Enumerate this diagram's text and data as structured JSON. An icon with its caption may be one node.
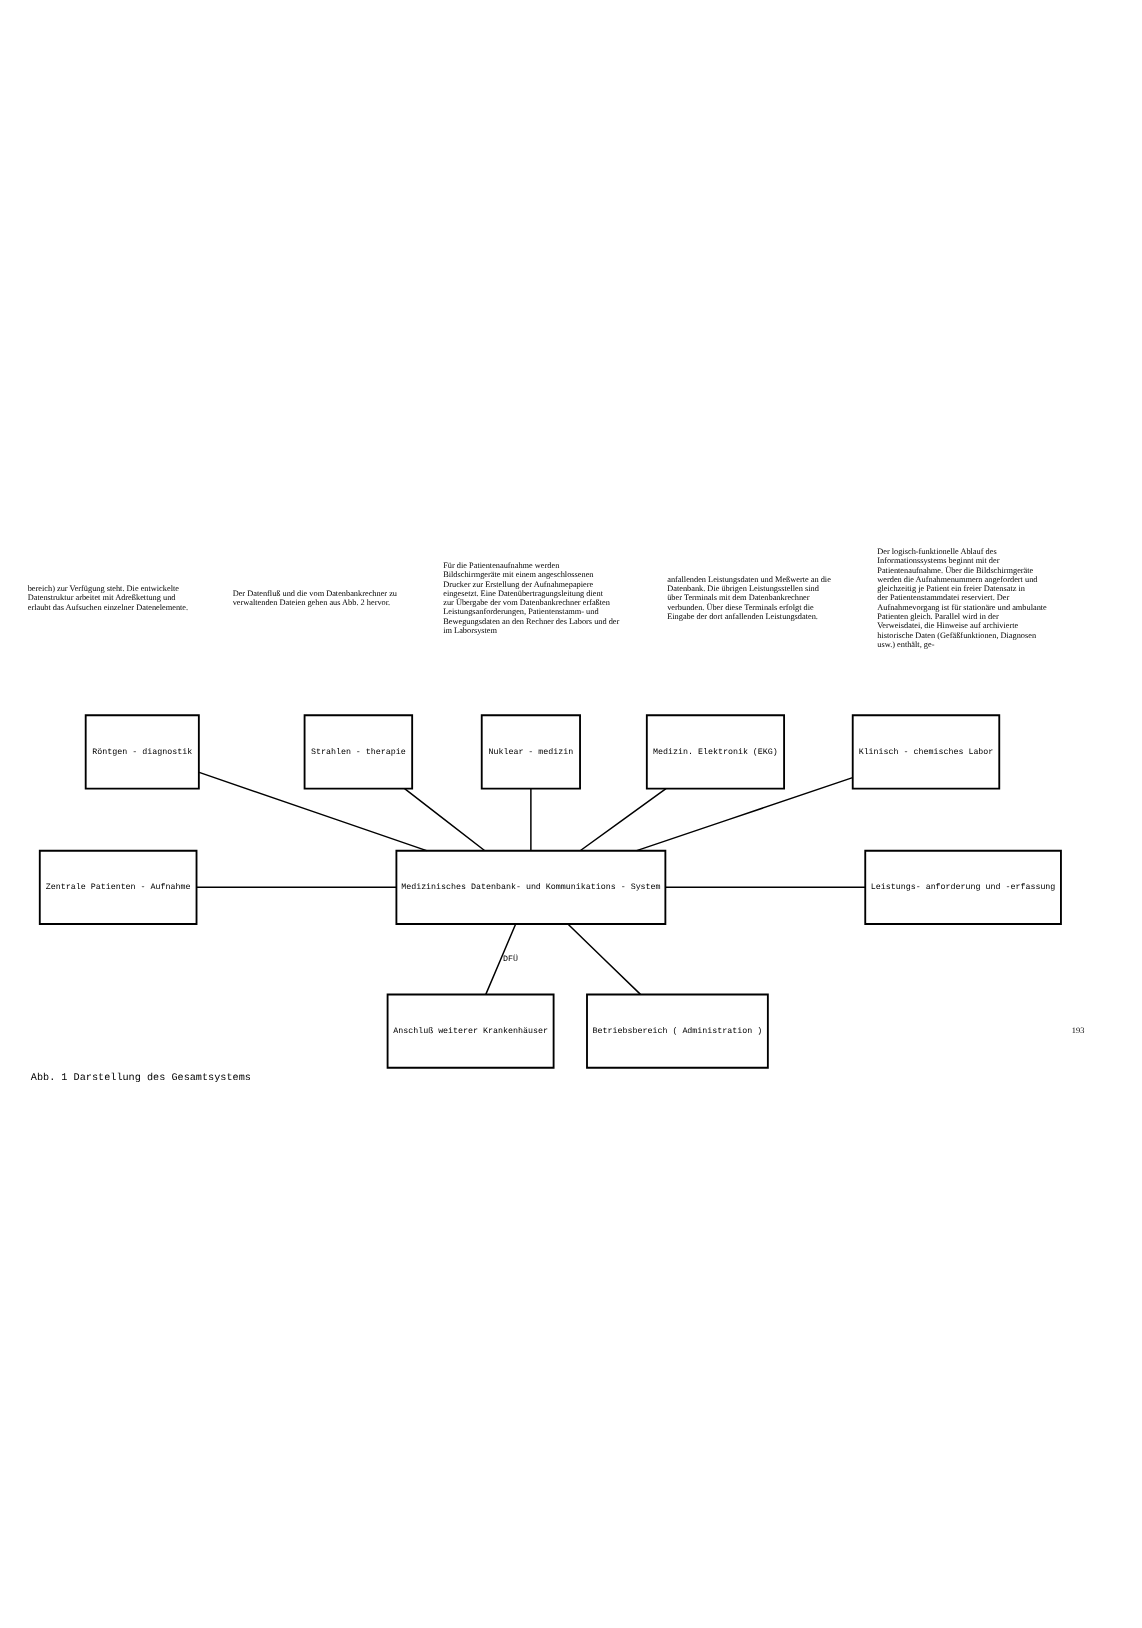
{
  "diagram": {
    "caption": "Abb. 1 Darstellung des Gesamtsystems",
    "nodes": [
      {
        "text": [
          "Röntgen - diagnostik"
        ]
      },
      {
        "text": [
          "Strahlen - therapie"
        ]
      },
      {
        "text": [
          "Nuklear - medizin"
        ]
      },
      {
        "text": [
          "Medizin. Elektronik (EKG)"
        ]
      },
      {
        "text": [
          "Klinisch - chemisches Labor"
        ]
      },
      {
        "text": [
          "Zentrale Patienten - Aufnahme"
        ]
      },
      {
        "text": [
          "Medizinisches Datenbank- und Kommunikations - System"
        ]
      },
      {
        "text": [
          "Leistungs- anforderung und -erfassung"
        ]
      },
      {
        "text": [
          "Anschluß weiterer Krankenhäuser"
        ]
      },
      {
        "text": [
          "Betriebsbereich ( Administration )"
        ]
      }
    ],
    "edges": [
      {
        "from": 0,
        "to": 6,
        "arrow": "none"
      },
      {
        "from": 1,
        "to": 6,
        "arrow": "none"
      },
      {
        "from": 2,
        "to": 6,
        "arrow": "none"
      },
      {
        "from": 3,
        "to": 6,
        "arrow": "none"
      },
      {
        "from": 4,
        "to": 6,
        "arrow": "none"
      },
      {
        "from": 5,
        "to": 6,
        "arrow": "none"
      },
      {
        "from": 6,
        "to": 7,
        "arrow": "none"
      },
      {
        "from": 6,
        "to": 8,
        "arrow": "none",
        "label": "DFÜ"
      },
      {
        "from": 6,
        "to": 9,
        "arrow": "none"
      }
    ],
    "labels": [
      "bereich) zur Verfügung steht. Die entwickelte Datenstruktur arbeitet mit Adreßkettung und erlaubt das Aufsuchen einzelner Datenelemente.",
      "Der Datenfluß und die vom Datenbankrechner zu verwaltenden Dateien gehen aus Abb. 2 hervor.",
      "Für die Patientenaufnahme werden Bildschirmgeräte mit einem angeschlossenen Drucker zur Erstellung der Aufnahmepapiere eingesetzt. Eine Datenübertragungsleitung dient zur Übergabe der vom Datenbankrechner erfaßten Leistungsanforderungen, Patientenstamm- und Bewegungsdaten an den Rechner des Labors und der im Laborsystem",
      "anfallenden Leistungsdaten und Meßwerte an die Datenbank. Die übrigen Leistungsstellen sind über Terminals mit dem Datenbankrechner verbunden. Über diese Terminals erfolgt die Eingabe der dort anfallenden Leistungsdaten.",
      "Der logisch-funktionelle Ablauf des Informationssystems beginnt mit der Patientenaufnahme. Über die Bildschirmgeräte werden die Aufnahmenummern angefordert und gleichzeitig je Patient ein freier Datensatz in der Patientenstammdatei reserviert. Der Aufnahmevorgang ist für stationäre und ambulante Patienten gleich. Parallel wird in der Verweisdatei, die Hinweise auf archivierte historische Daten (Gefäßfunktionen, Diagnosen usw.) enthält, ge-",
      "193"
    ]
  }
}
